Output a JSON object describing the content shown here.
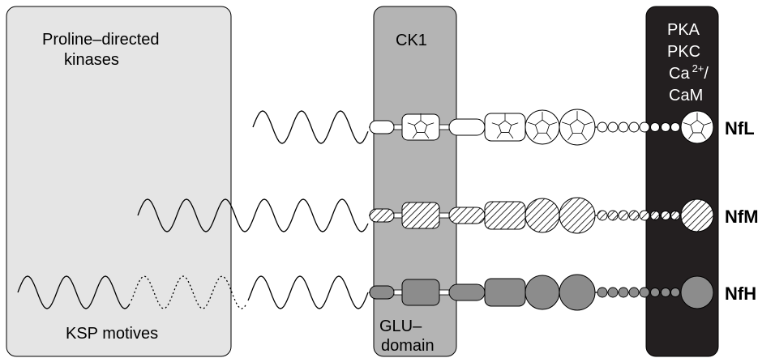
{
  "regions": {
    "proline": {
      "label_line1": "Proline–directed",
      "label_line2": "kinases",
      "bottom_label": "KSP motives"
    },
    "ck1": {
      "label": "CK1",
      "bottom_line1": "GLU–",
      "bottom_line2": "domain"
    },
    "pka": {
      "line1": "PKA",
      "line2": "PKC",
      "line3_base": "Ca",
      "line3_sup": "2+",
      "line3_tail": "/",
      "line4": "CaM"
    }
  },
  "proteins": [
    {
      "name": "NfL",
      "fill": "pentagon-pattern"
    },
    {
      "name": "NfM",
      "fill": "hatched"
    },
    {
      "name": "NfH",
      "fill": "grey"
    }
  ],
  "colors": {
    "proline_box": "#e5e5e5",
    "ck1_box": "#b4b4b4",
    "pka_box": "#231f20",
    "nfh_fill": "#8c8c8c",
    "outline": "#000000"
  }
}
